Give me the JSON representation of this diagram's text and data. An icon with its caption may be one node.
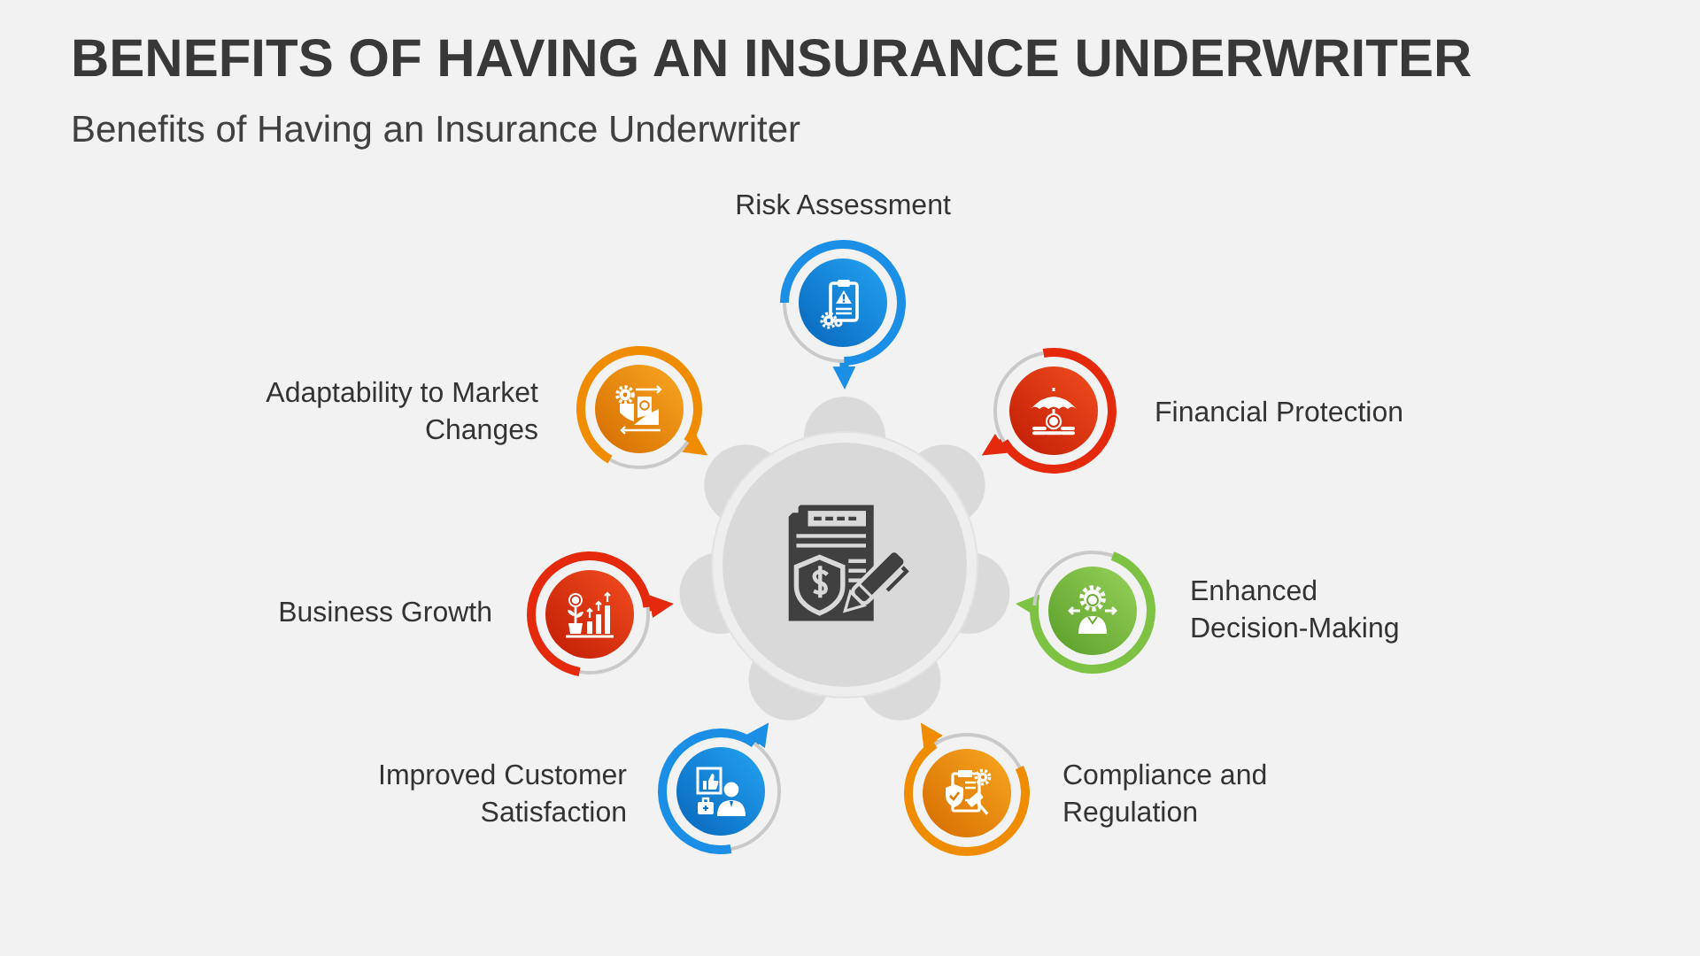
{
  "diagram": {
    "title": "BENEFITS OF HAVING AN INSURANCE UNDERWRITER",
    "nodes": [
      {
        "text": [
          "Risk Assessment"
        ]
      },
      {
        "text": [
          "Financial Protection"
        ]
      },
      {
        "text": [
          "Enhanced Decision-Making"
        ]
      },
      {
        "text": [
          "Compliance and Regulation"
        ]
      },
      {
        "text": [
          "Improved Customer Satisfaction"
        ]
      },
      {
        "text": [
          "Business Growth"
        ]
      },
      {
        "text": [
          "Adaptability to Market Changes"
        ]
      },
      {
        "text": [],
        "shape": "circle"
      }
    ],
    "edges": [
      {
        "from": 0,
        "to": 7,
        "arrow": "to",
        "color": "#1b8fe6"
      },
      {
        "from": 1,
        "to": 7,
        "arrow": "to",
        "color": "#e5290d"
      },
      {
        "from": 2,
        "to": 7,
        "arrow": "to",
        "color": "#7dc243"
      },
      {
        "from": 3,
        "to": 7,
        "arrow": "to",
        "color": "#f08c00"
      },
      {
        "from": 4,
        "to": 7,
        "arrow": "to",
        "color": "#1b8fe6"
      },
      {
        "from": 5,
        "to": 7,
        "arrow": "to",
        "color": "#e5290d"
      },
      {
        "from": 6,
        "to": 7,
        "arrow": "to",
        "color": "#f08c00"
      }
    ],
    "labels": [
      "Benefits of Having an Insurance Underwriter"
    ]
  }
}
